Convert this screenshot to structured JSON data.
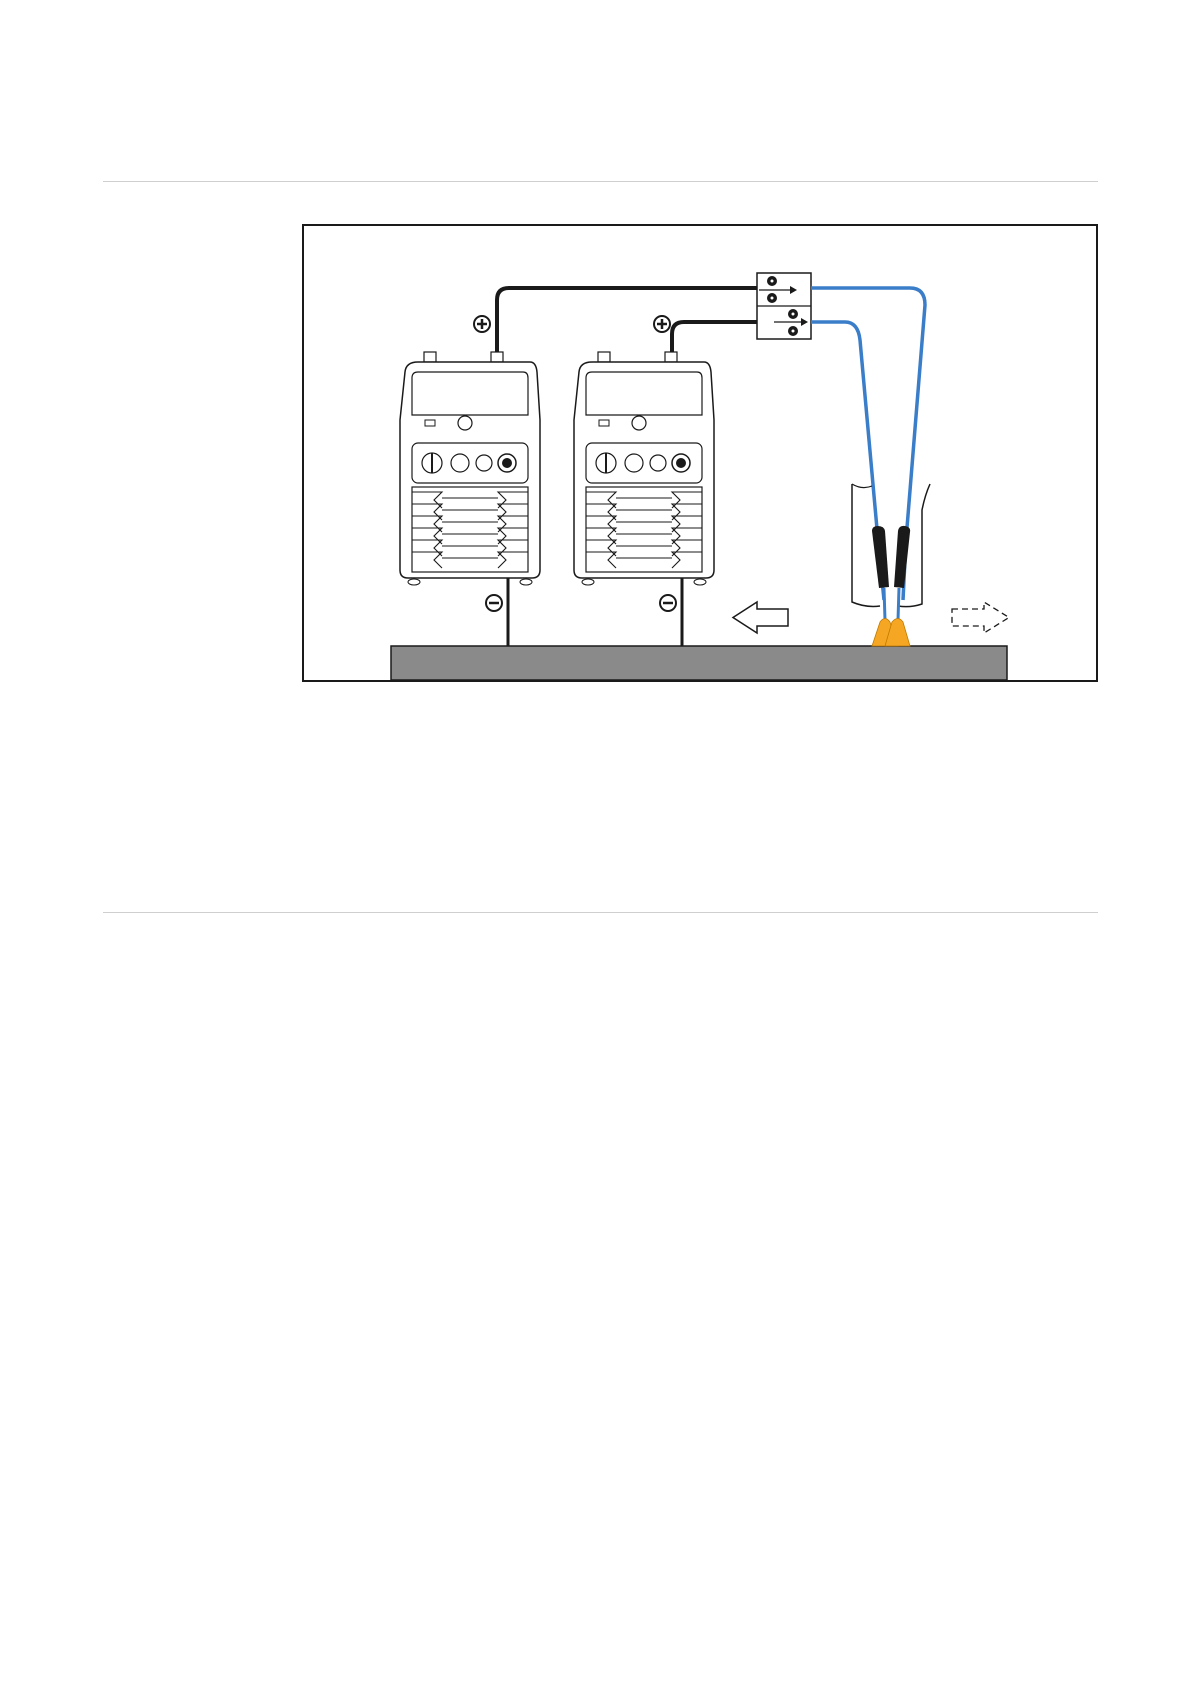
{
  "page": {
    "rules": [
      "top-divider",
      "bottom-divider"
    ]
  },
  "figure": {
    "description_icons": {
      "power_sources": 2,
      "wire_feeder": "dual-wire-feeder-icon",
      "welding_direction": "arrow-left-icon",
      "alternative_direction": "dashed-arrow-right-icon"
    },
    "polarity": {
      "plus_symbol": "plus-circle-icon",
      "minus_symbol": "minus-circle-icon"
    },
    "colors": {
      "cable_positive": "#1a1a1a",
      "hose_package": "#3a7dc9",
      "arc": "#f5a623",
      "workpiece": "#8a8a8a",
      "frame": "#1a1a1a"
    }
  }
}
